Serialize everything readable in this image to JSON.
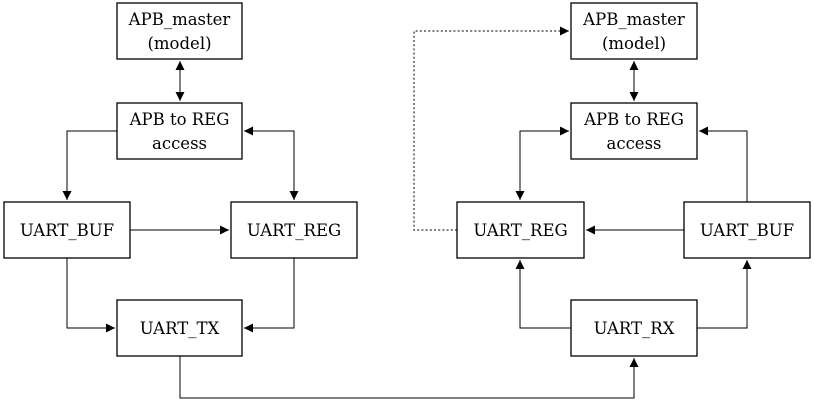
{
  "colors": {
    "line": "#000000",
    "box_fill": "#ffffff",
    "background": "#ffffff"
  },
  "left": {
    "apb_master": {
      "line1": "APB_master",
      "line2": "(model)"
    },
    "apb_reg": {
      "line1": "APB to REG",
      "line2": "access"
    },
    "uart_buf": {
      "label": "UART_BUF"
    },
    "uart_reg": {
      "label": "UART_REG"
    },
    "uart_tx": {
      "label": "UART_TX"
    }
  },
  "right": {
    "apb_master": {
      "line1": "APB_master",
      "line2": "(model)"
    },
    "apb_reg": {
      "line1": "APB to REG",
      "line2": "access"
    },
    "uart_reg": {
      "label": "UART_REG"
    },
    "uart_buf": {
      "label": "UART_BUF"
    },
    "uart_rx": {
      "label": "UART_RX"
    }
  }
}
